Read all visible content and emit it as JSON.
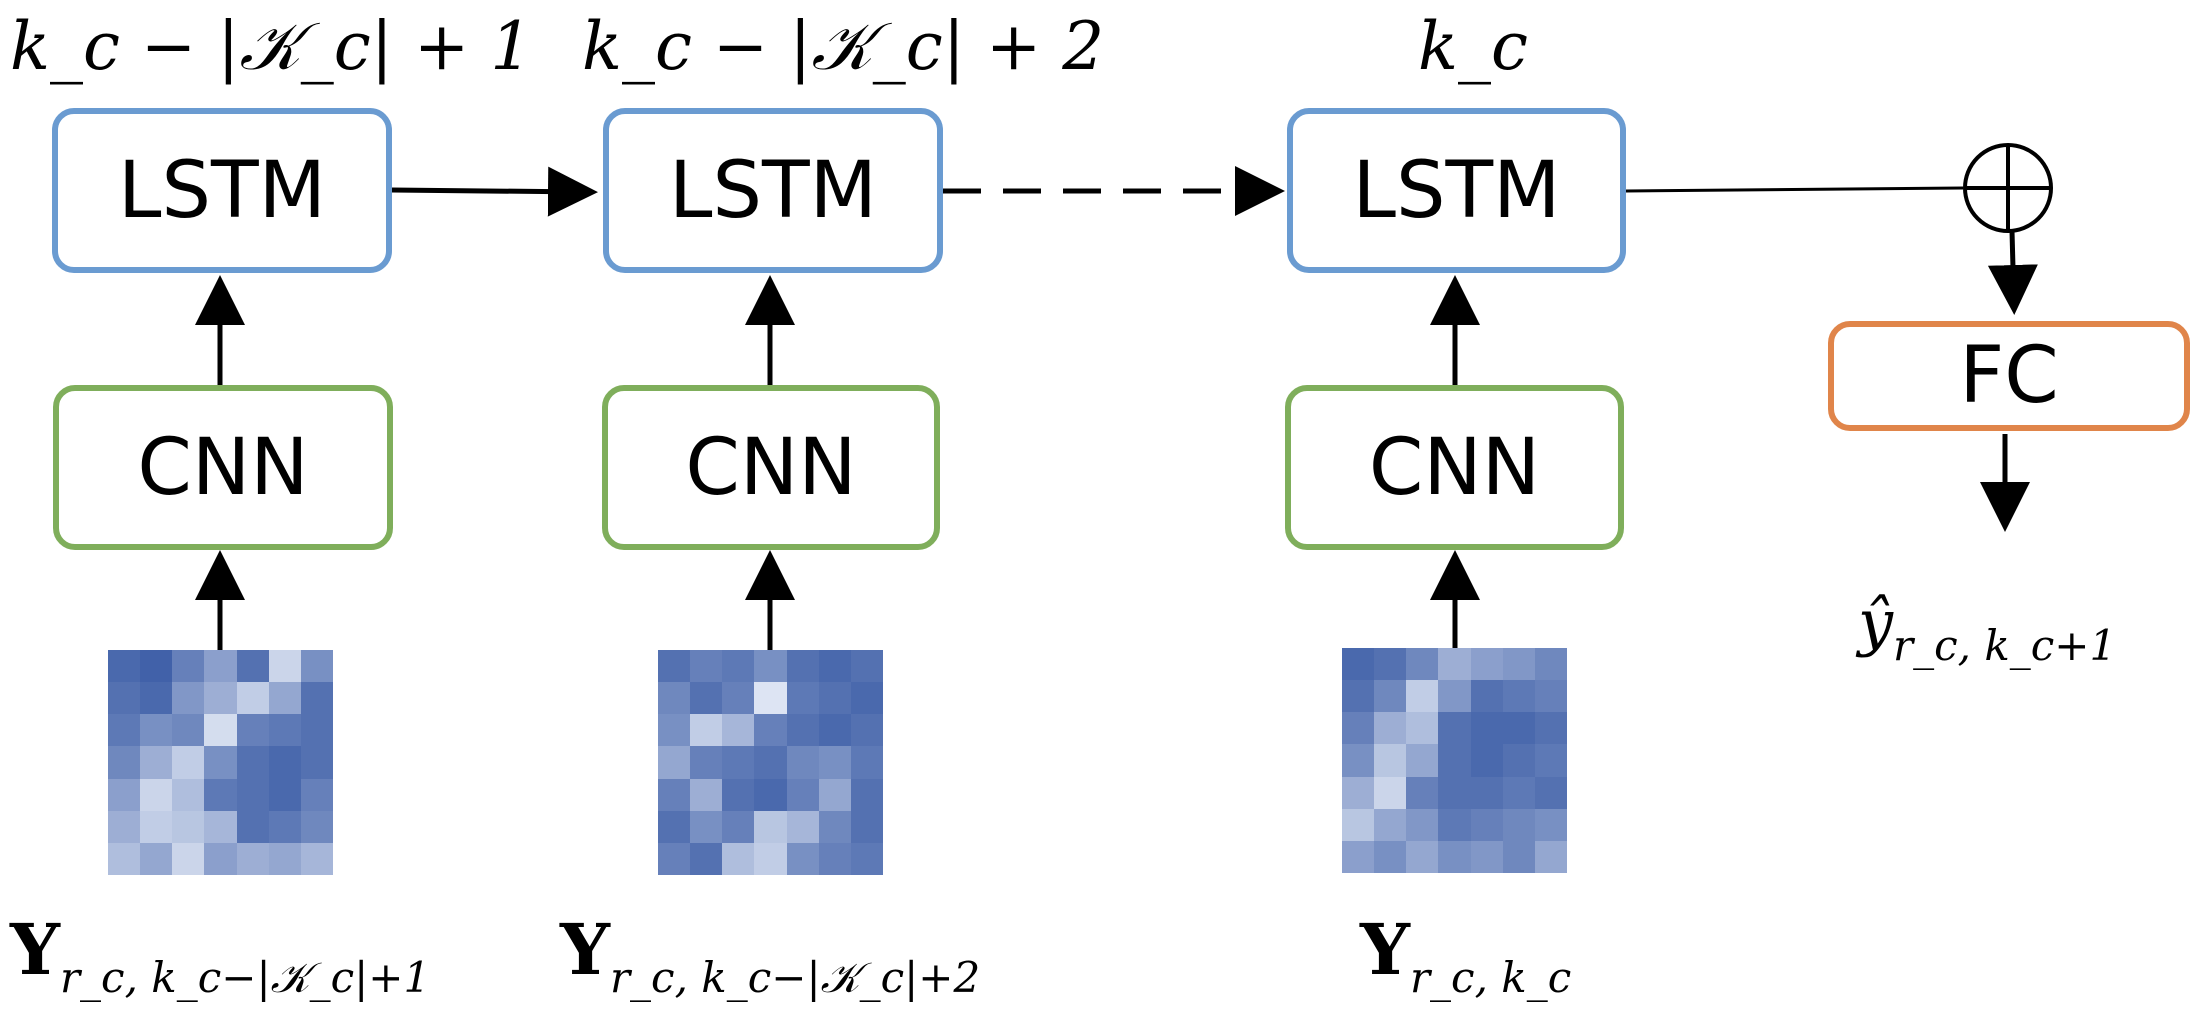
{
  "diagram": {
    "steps": [
      {
        "time_label": "k_c − |𝒦_c| + 1",
        "lstm_label": "LSTM",
        "cnn_label": "CNN",
        "input_label_main": "Y",
        "input_label_sub": "r_c, k_c−|𝒦_c|+1",
        "heatmap": [
          [
            0.15,
            0.1,
            0.3,
            0.5,
            0.2,
            0.85,
            0.4
          ],
          [
            0.2,
            0.15,
            0.45,
            0.6,
            0.8,
            0.55,
            0.2
          ],
          [
            0.25,
            0.4,
            0.35,
            0.9,
            0.3,
            0.25,
            0.2
          ],
          [
            0.35,
            0.6,
            0.8,
            0.4,
            0.2,
            0.15,
            0.2
          ],
          [
            0.5,
            0.85,
            0.7,
            0.25,
            0.2,
            0.15,
            0.3
          ],
          [
            0.6,
            0.8,
            0.75,
            0.65,
            0.2,
            0.25,
            0.35
          ],
          [
            0.7,
            0.55,
            0.85,
            0.5,
            0.6,
            0.55,
            0.65
          ]
        ]
      },
      {
        "time_label": "k_c − |𝒦_c| + 2",
        "lstm_label": "LSTM",
        "cnn_label": "CNN",
        "input_label_main": "Y",
        "input_label_sub": "r_c, k_c−|𝒦_c|+2",
        "heatmap": [
          [
            0.2,
            0.3,
            0.25,
            0.4,
            0.2,
            0.15,
            0.2
          ],
          [
            0.35,
            0.2,
            0.3,
            0.95,
            0.25,
            0.2,
            0.15
          ],
          [
            0.4,
            0.8,
            0.65,
            0.3,
            0.2,
            0.15,
            0.2
          ],
          [
            0.55,
            0.3,
            0.25,
            0.2,
            0.35,
            0.4,
            0.25
          ],
          [
            0.3,
            0.6,
            0.2,
            0.15,
            0.3,
            0.55,
            0.2
          ],
          [
            0.2,
            0.4,
            0.3,
            0.75,
            0.65,
            0.35,
            0.2
          ],
          [
            0.3,
            0.2,
            0.7,
            0.8,
            0.4,
            0.3,
            0.25
          ]
        ]
      },
      {
        "time_label": "k_c",
        "lstm_label": "LSTM",
        "cnn_label": "CNN",
        "input_label_main": "Y",
        "input_label_sub": "r_c, k_c",
        "heatmap": [
          [
            0.15,
            0.2,
            0.35,
            0.6,
            0.5,
            0.45,
            0.35
          ],
          [
            0.2,
            0.35,
            0.8,
            0.45,
            0.2,
            0.25,
            0.3
          ],
          [
            0.3,
            0.6,
            0.7,
            0.2,
            0.15,
            0.15,
            0.2
          ],
          [
            0.4,
            0.75,
            0.55,
            0.2,
            0.15,
            0.2,
            0.25
          ],
          [
            0.6,
            0.85,
            0.3,
            0.2,
            0.2,
            0.25,
            0.2
          ],
          [
            0.75,
            0.55,
            0.45,
            0.25,
            0.3,
            0.35,
            0.4
          ],
          [
            0.5,
            0.4,
            0.55,
            0.4,
            0.45,
            0.35,
            0.55
          ]
        ]
      }
    ],
    "sum_symbol": "⊕",
    "fc_label": "FC",
    "output_label_main": "ŷ",
    "output_label_sub": "r_c, k_c+1",
    "colors": {
      "lstm_border": "#6a9bd1",
      "cnn_border": "#7fae5b",
      "fc_border": "#e0854a",
      "heat_dark": "#2f52a0",
      "heat_light": "#e6ecf7"
    }
  }
}
